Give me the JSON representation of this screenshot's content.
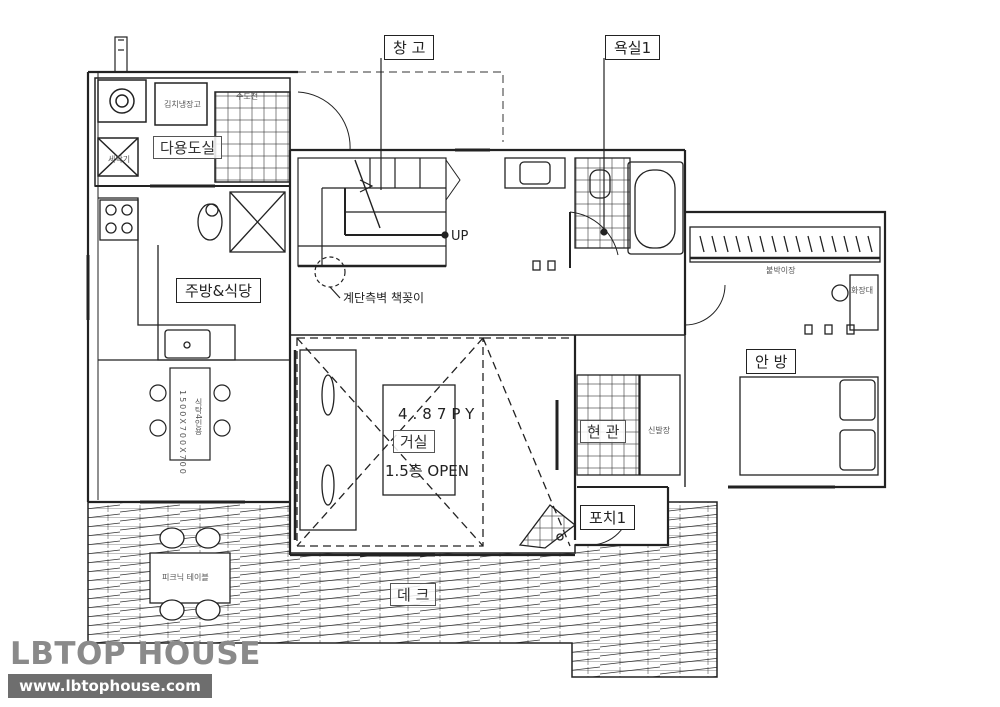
{
  "rooms": {
    "storage": "창 고",
    "bathroom": "욕실1",
    "utility": "다용도실",
    "kitchen": "주방&식당",
    "master_bedroom": "안 방",
    "living": "거실",
    "entrance": "현 관",
    "porch": "포치1",
    "deck": "데 크"
  },
  "notes": {
    "living_area": "4.87PY",
    "living_open": "1.5층 OPEN",
    "stair_up": "UP",
    "stair_shelf": "계단측벽  책꽂이",
    "kimchi_fridge": "김치냉장고",
    "washer": "세탁기",
    "dining_table": "식탁4인용",
    "dining_size": "1500X700X700",
    "closet": "붙박이장",
    "dresser": "화장대",
    "picnic_table": "피크닉 테이블",
    "shoe_cabinet": "신발장",
    "faucet": "수도전"
  },
  "watermark": {
    "brand": "LBTOP HOUSE",
    "url": "www.lbtophouse.com"
  },
  "colors": {
    "line": "#222222",
    "deck_hatch": "#333333",
    "watermark_text": "#8a8a8a",
    "watermark_bar": "#6e6e6e"
  }
}
